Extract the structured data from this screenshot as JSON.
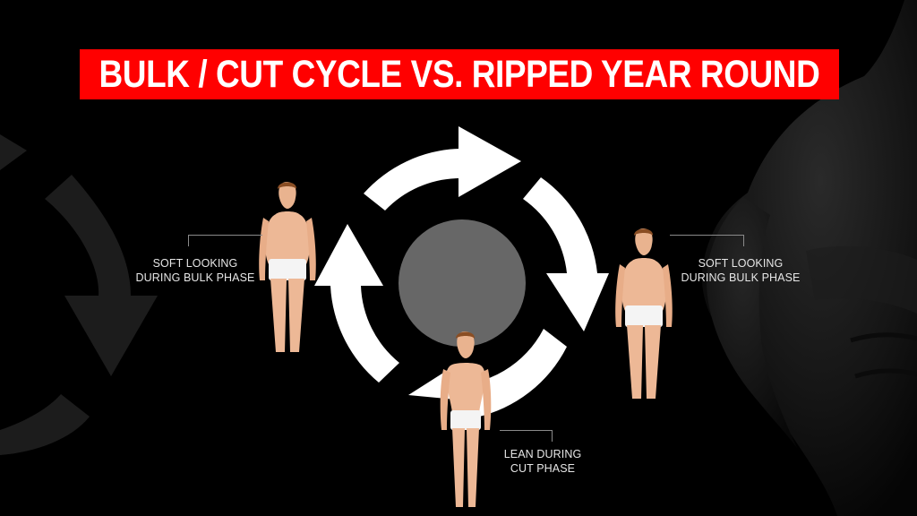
{
  "title": "BULK / CUT CYCLE VS. RIPPED YEAR ROUND",
  "colors": {
    "title_bg": "#ff0000",
    "title_text": "#ffffff",
    "background": "#000000",
    "arrows": "#ffffff",
    "center_circle": "#676767",
    "label_text": "#e6e6e6",
    "bg_arrow": "#1c1c1c"
  },
  "diagram": {
    "type": "cycle",
    "center_circle": "gray-disc",
    "arrows": [
      "top-clockwise",
      "right-down",
      "bottom-left",
      "left-up"
    ],
    "figures": [
      {
        "id": "left",
        "body": "soft",
        "label_lines": [
          "SOFT LOOKING",
          "DURING BULK PHASE"
        ]
      },
      {
        "id": "right",
        "body": "soft",
        "label_lines": [
          "SOFT LOOKING",
          "DURING BULK PHASE"
        ]
      },
      {
        "id": "bottom",
        "body": "lean",
        "label_lines": [
          "LEAN DURING",
          "CUT PHASE"
        ]
      }
    ]
  },
  "background": {
    "left": "faded-cycle-arrows",
    "right": "muscular-torso-silhouette"
  }
}
